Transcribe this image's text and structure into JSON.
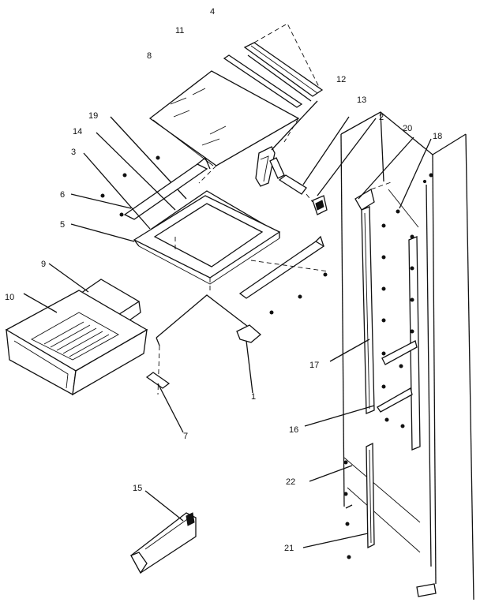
{
  "diagram": {
    "callouts": [
      {
        "id": "c4",
        "text": "4"
      },
      {
        "id": "c11",
        "text": "11"
      },
      {
        "id": "c8",
        "text": "8"
      },
      {
        "id": "c12",
        "text": "12"
      },
      {
        "id": "c13",
        "text": "13"
      },
      {
        "id": "c2",
        "text": "2"
      },
      {
        "id": "c20",
        "text": "20"
      },
      {
        "id": "c18",
        "text": "18"
      },
      {
        "id": "c19",
        "text": "19"
      },
      {
        "id": "c14",
        "text": "14"
      },
      {
        "id": "c3",
        "text": "3"
      },
      {
        "id": "c6",
        "text": "6"
      },
      {
        "id": "c5",
        "text": "5"
      },
      {
        "id": "c9",
        "text": "9"
      },
      {
        "id": "c10",
        "text": "10"
      },
      {
        "id": "c1",
        "text": "1"
      },
      {
        "id": "c7",
        "text": "7"
      },
      {
        "id": "c17",
        "text": "17"
      },
      {
        "id": "c16",
        "text": "16"
      },
      {
        "id": "c22",
        "text": "22"
      },
      {
        "id": "c15",
        "text": "15"
      },
      {
        "id": "c21",
        "text": "21"
      }
    ]
  }
}
